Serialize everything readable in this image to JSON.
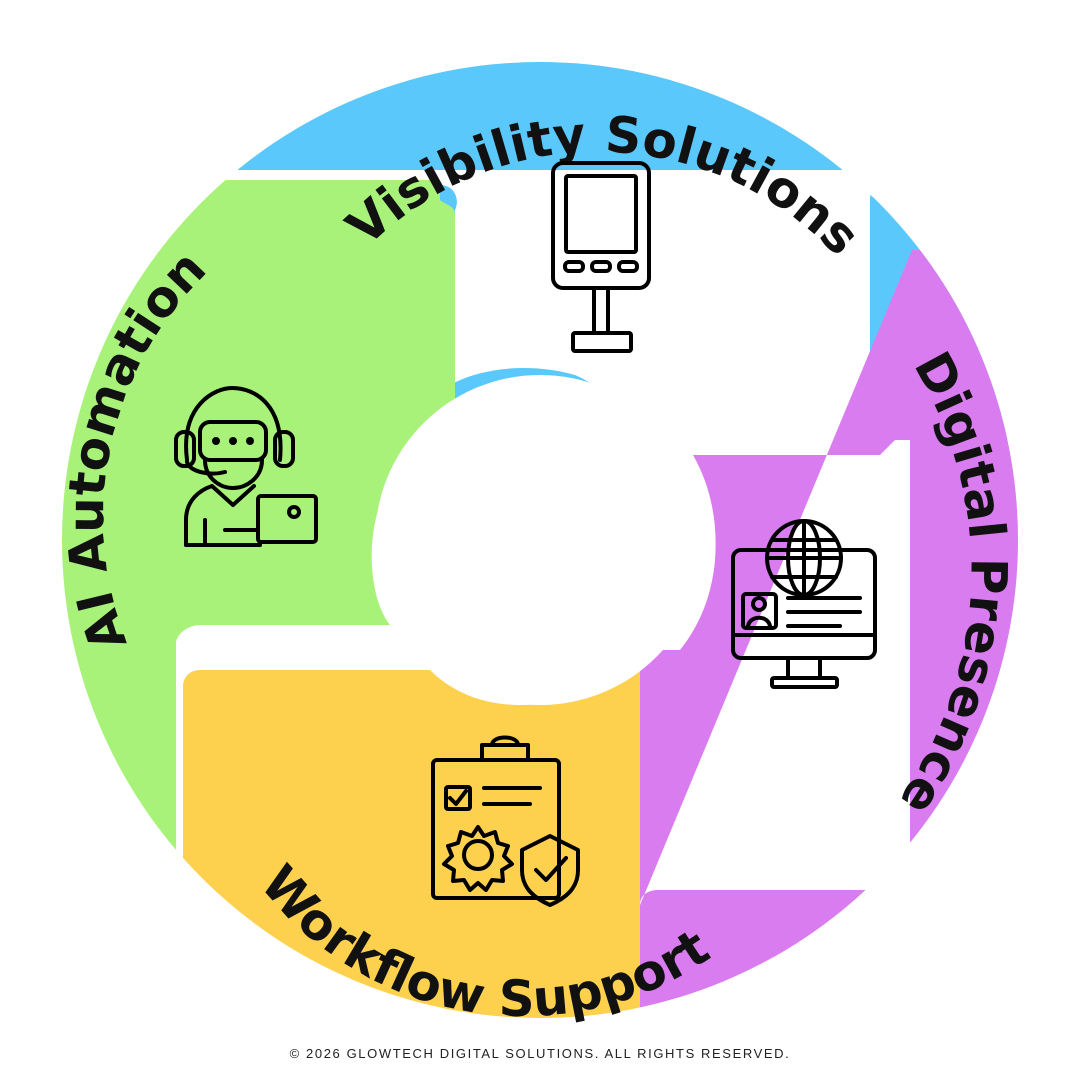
{
  "diagram": {
    "segments": [
      {
        "id": "visibility",
        "label": "Visibility Solutions",
        "color": "#5BC8FC",
        "icon": "kiosk-icon"
      },
      {
        "id": "digital",
        "label": "Digital Presence",
        "color": "#D97CF0",
        "icon": "website-monitor-icon"
      },
      {
        "id": "workflow",
        "label": "Workflow Support",
        "color": "#FDD04E",
        "icon": "clipboard-gear-shield-icon"
      },
      {
        "id": "ai",
        "label": "AI Automation",
        "color": "#A8F27A",
        "icon": "support-agent-icon"
      }
    ]
  },
  "footer": {
    "text": "© 2026 GLOWTECH DIGITAL SOLUTIONS. ALL RIGHTS RESERVED."
  }
}
